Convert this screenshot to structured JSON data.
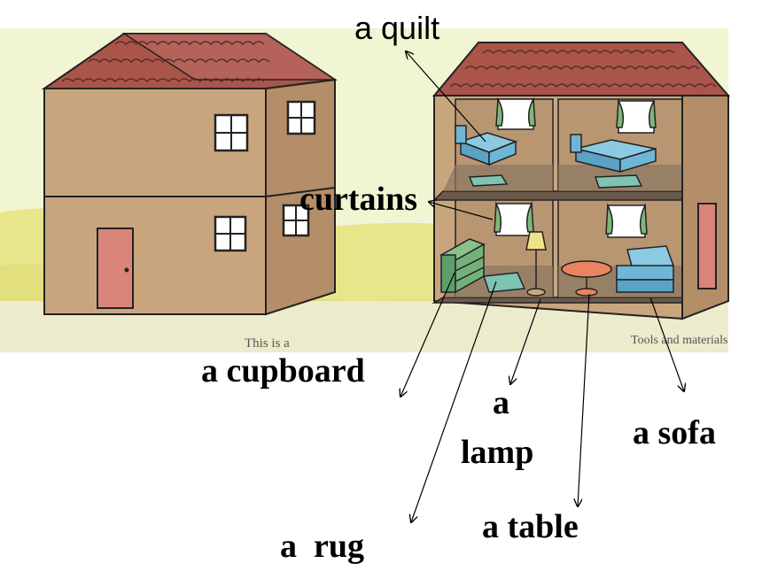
{
  "labels": {
    "quilt": "a quilt",
    "curtains": "curtains",
    "cupboard": "a cupboard",
    "lamp_article": "a",
    "lamp_noun": "lamp",
    "sofa": "a sofa",
    "table": "a table",
    "rug": "a  rug"
  },
  "book_text": {
    "caption_fragment": "This is a",
    "margin_fragment": "Tools and materials"
  },
  "colors": {
    "sky": "#eef3c4",
    "grass": "#e4e27a",
    "wall": "#c7a37c",
    "wall_shade": "#a98561",
    "roof": "#a9554a",
    "door": "#d9857a",
    "bed": "#6fb6d6",
    "curtain": "#7fb77a",
    "floor": "#6b5a4a"
  }
}
